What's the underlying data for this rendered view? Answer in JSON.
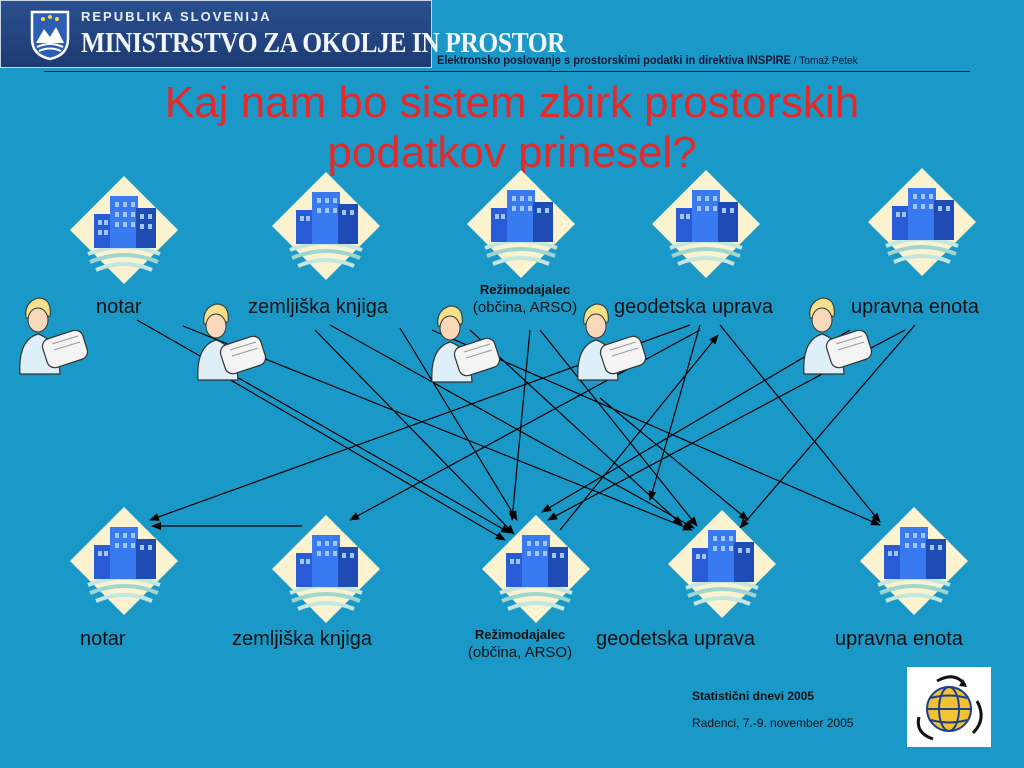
{
  "header": {
    "logo_line1": "REPUBLIKA SLOVENIJA",
    "logo_line2": "MINISTRSTVO ZA OKOLJE IN PROSTOR",
    "subtitle": "Elektronsko poslovanje s prostorskimi podatki in direktiva INSPIRE",
    "author": " / Tomaž Petek"
  },
  "title": "Kaj nam bo sistem zbirk prostorskih podatkov prinesel?",
  "top_row": {
    "notar": "notar",
    "zk": "zemljiška knjiga",
    "rez_bold": "Režimodajalec",
    "rez_sub": "(občina, ARSO)",
    "geo": "geodetska uprava",
    "upr": "upravna enota"
  },
  "bottom_row": {
    "notar": "notar",
    "zk": "zemljiška knjiga",
    "rez_bold": "Režimodajalec",
    "rez_sub": "(občina, ARSO)",
    "geo": "geodetska uprava",
    "upr": "upravna enota"
  },
  "footer": {
    "event": "Statistični dnevi 2005",
    "place_date": "Radenci, 7.-9. november 2005"
  },
  "icons": [
    "building-icon",
    "person-icon",
    "globe-icon",
    "crest-icon"
  ],
  "colors": {
    "background": "#1a98c8",
    "title": "#e32a2a",
    "building": "#2a5bd7"
  }
}
